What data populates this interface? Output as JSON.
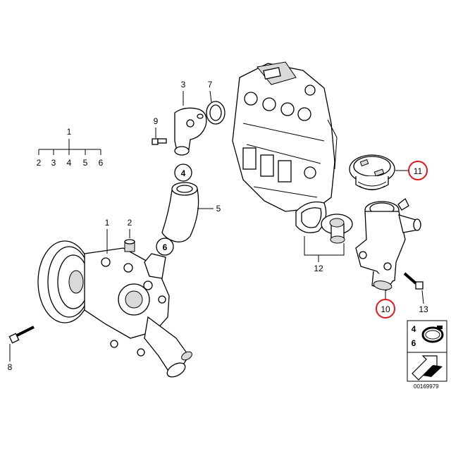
{
  "callouts": {
    "c1_top": "1",
    "c2_top": "2",
    "c3_top": "3",
    "c4_top": "4",
    "c5_top": "5",
    "c6_top": "6",
    "c3": "3",
    "c7": "7",
    "c9": "9",
    "c4_circle": "4",
    "c5": "5",
    "c6_circle": "6",
    "c1": "1",
    "c2": "2",
    "c8": "8",
    "c11": "11",
    "c12": "12",
    "c10": "10",
    "c13": "13"
  },
  "legend": {
    "row1": "4",
    "row2": "6"
  },
  "reference_number": "00169979",
  "colors": {
    "highlight_ring": "#e0191b",
    "line": "#000000"
  }
}
